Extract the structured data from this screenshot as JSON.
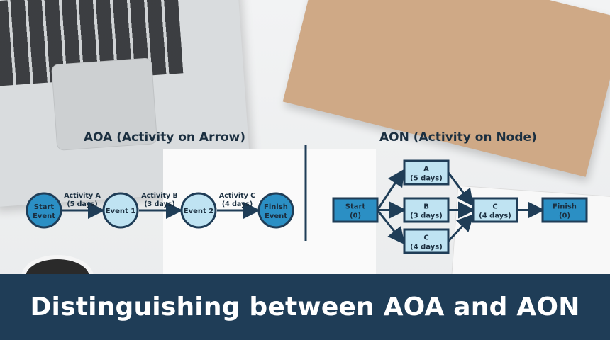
{
  "colors": {
    "banner": "#1f3d57",
    "node_dark": "#2b8fc4",
    "node_light": "#bfe3f2",
    "stroke": "#1f3d57"
  },
  "aoa": {
    "title": "AOA (Activity on Arrow)",
    "events": [
      {
        "line1": "Start",
        "line2": "Event",
        "style": "dark"
      },
      {
        "line1": "Event 1",
        "line2": "",
        "style": "light"
      },
      {
        "line1": "Event 2",
        "line2": "",
        "style": "light"
      },
      {
        "line1": "Finish",
        "line2": "Event",
        "style": "dark"
      }
    ],
    "activities": [
      {
        "name": "Activity A",
        "duration": "(5 days)"
      },
      {
        "name": "Activity B",
        "duration": "(3 days)"
      },
      {
        "name": "Activity C",
        "duration": "(4 days)"
      }
    ]
  },
  "aon": {
    "title": "AON (Activity on Node)",
    "nodes": [
      {
        "id": "start",
        "line1": "Start",
        "line2": "(0)",
        "style": "dark"
      },
      {
        "id": "a",
        "line1": "A",
        "line2": "(5 days)",
        "style": "light"
      },
      {
        "id": "b",
        "line1": "B",
        "line2": "(3 days)",
        "style": "light"
      },
      {
        "id": "c1",
        "line1": "C",
        "line2": "(4 days)",
        "style": "light"
      },
      {
        "id": "c2",
        "line1": "C",
        "line2": "(4 days)",
        "style": "light"
      },
      {
        "id": "finish",
        "line1": "Finish",
        "line2": "(0)",
        "style": "dark"
      }
    ]
  },
  "banner": {
    "title": "Distinguishing between AOA and AON"
  }
}
